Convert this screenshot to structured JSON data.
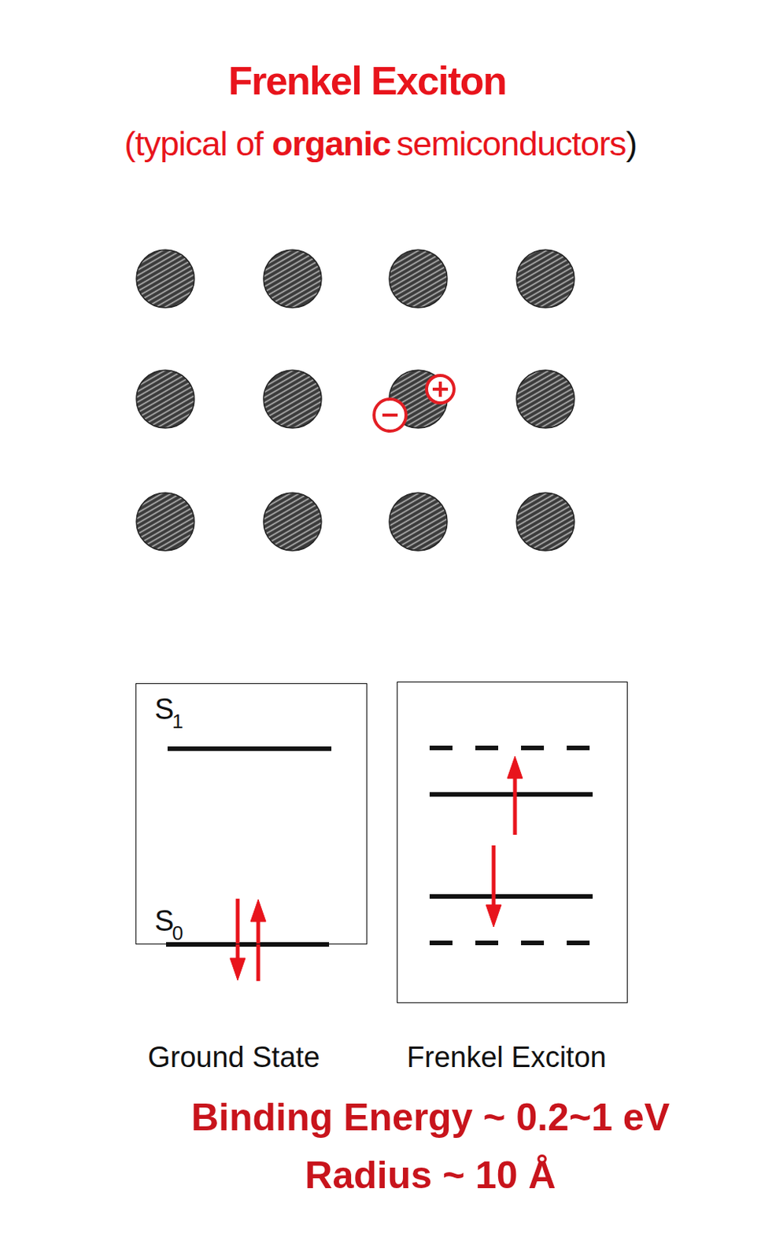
{
  "diagram": {
    "title": "Frenkel Exciton",
    "nodes": [
      {
        "text": [
          "Ground State"
        ]
      },
      {
        "text": [
          "Frenkel Exciton"
        ]
      }
    ],
    "labels": [
      "(typical of",
      "organic",
      "semiconductors",
      ")",
      "S",
      "1",
      "S",
      "0",
      "Binding Energy ~ 0.2~1 eV",
      "Radius ~ 10 Å"
    ]
  }
}
